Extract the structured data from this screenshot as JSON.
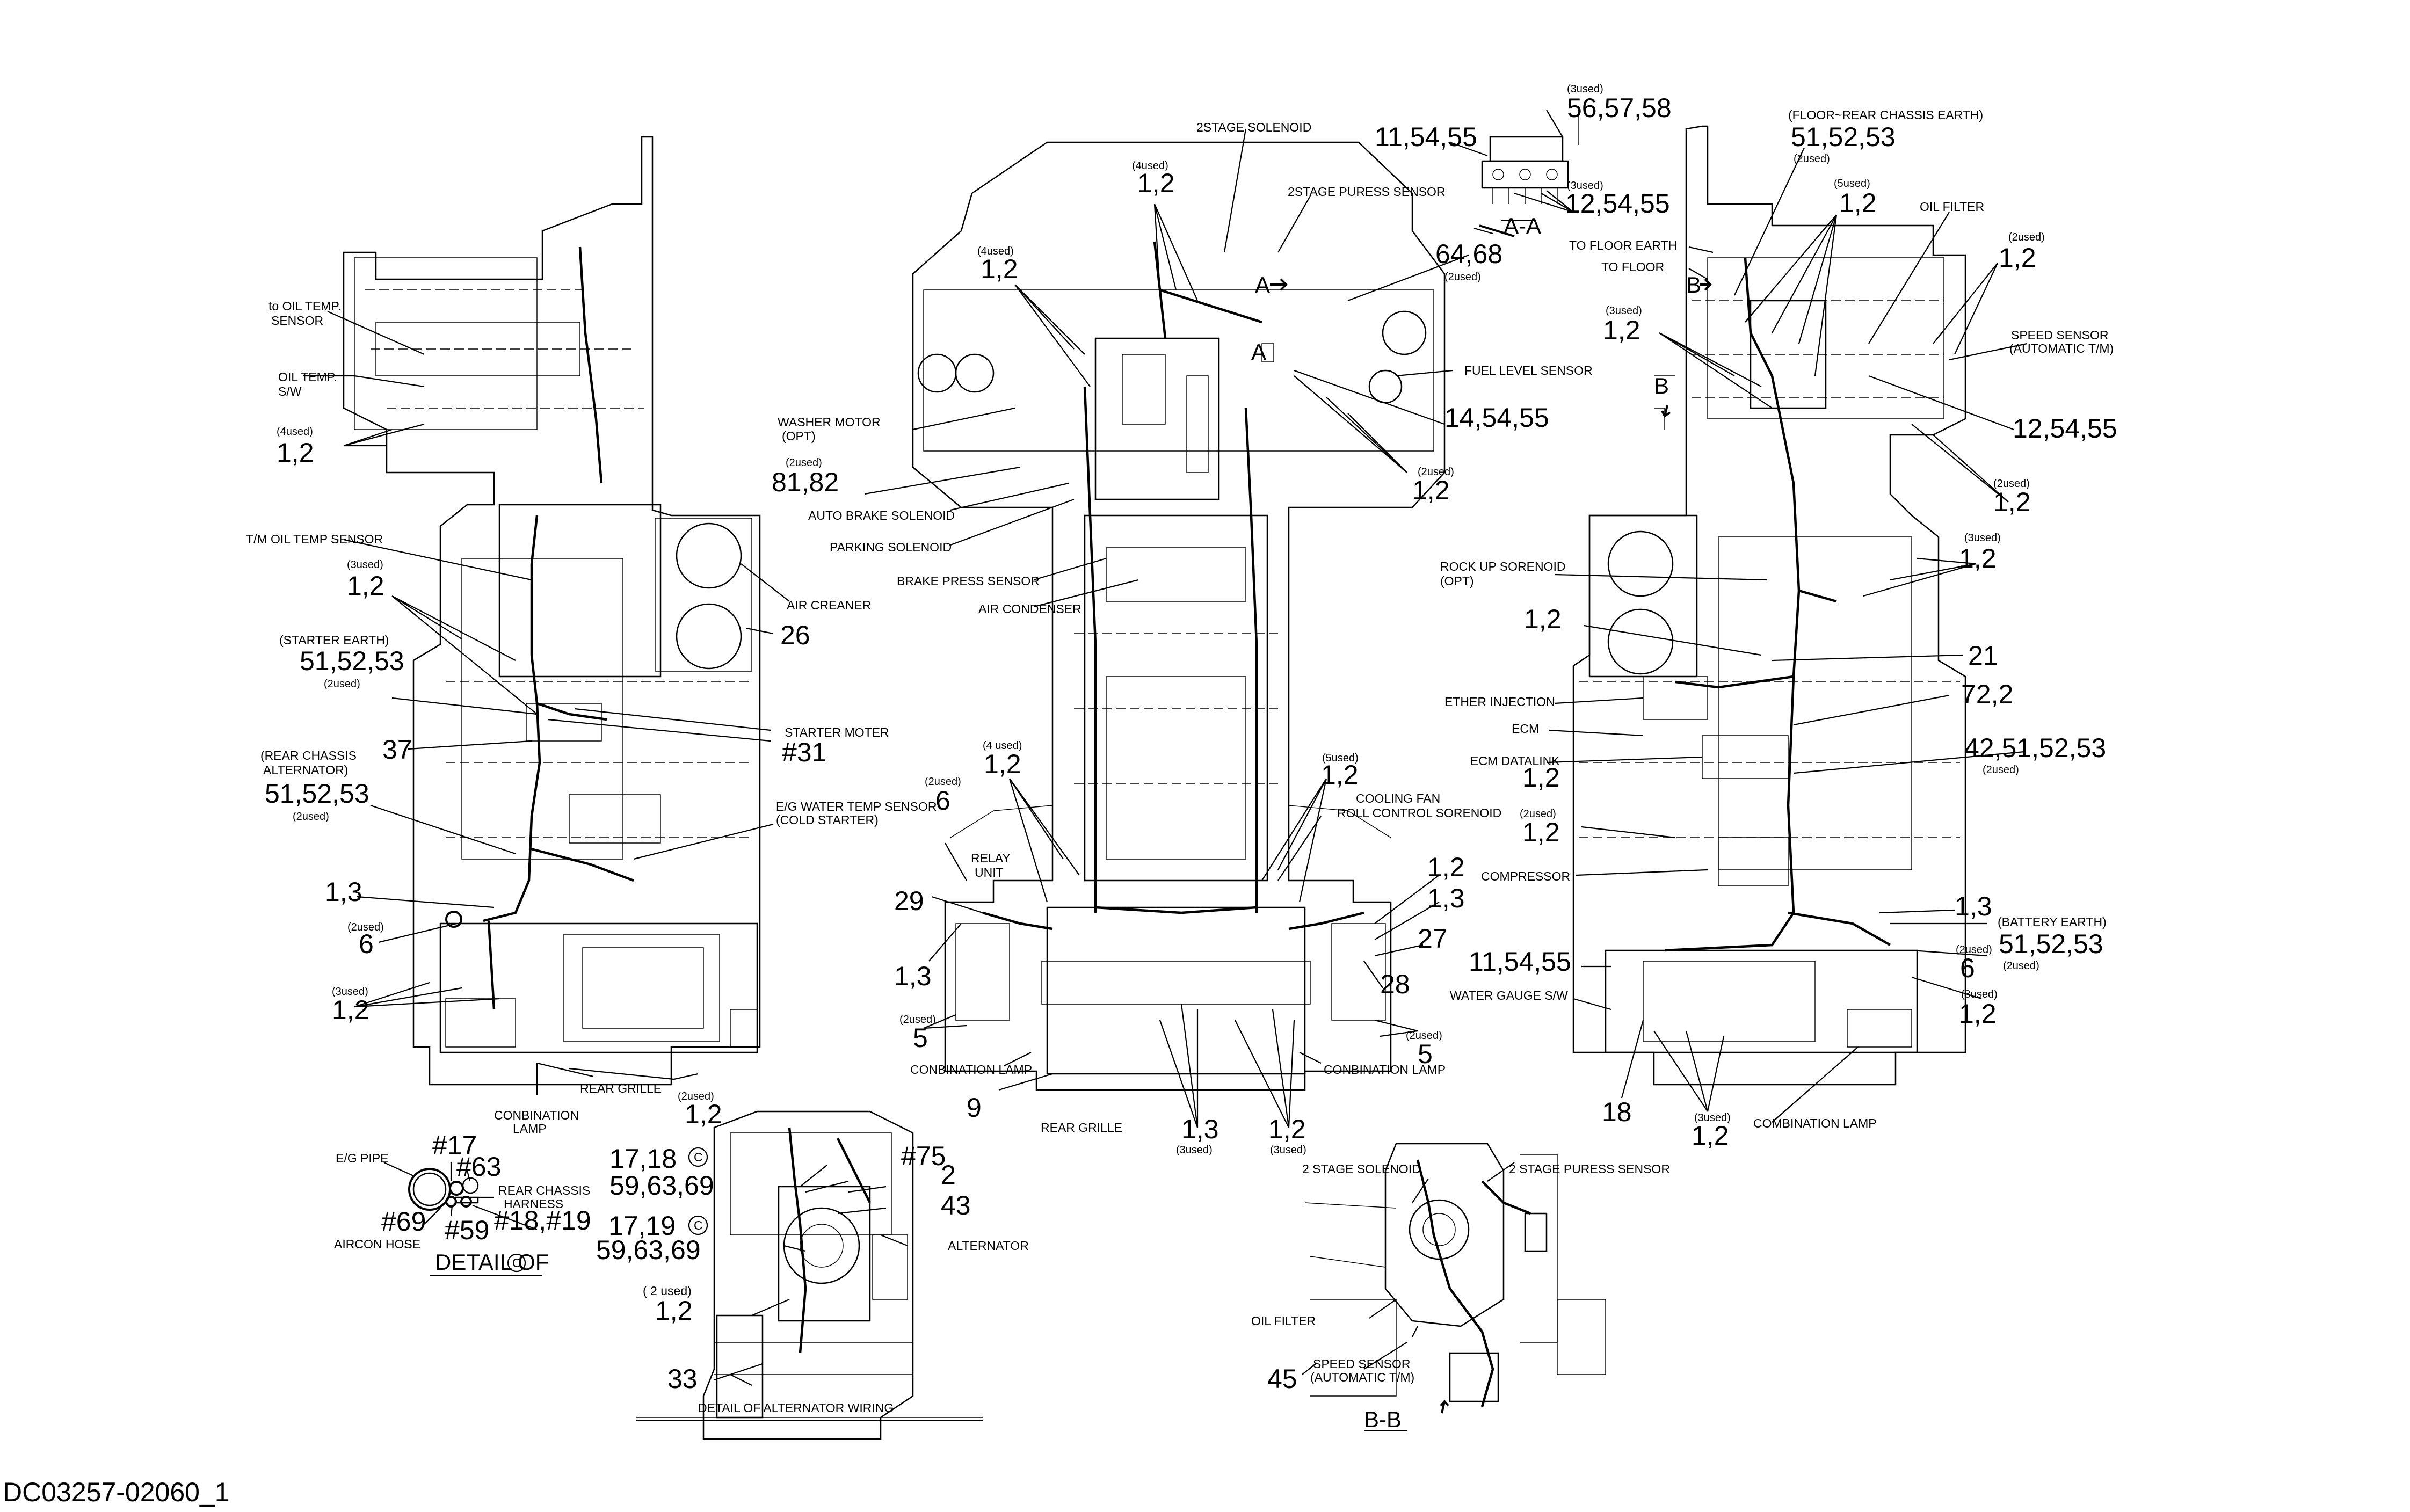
{
  "drawing_number": "DC03257-02060_1",
  "rear_left_view": {
    "labels": [
      {
        "text": "to OIL TEMP.",
        "size": "sm"
      },
      {
        "text": "SENSOR",
        "size": "sm"
      },
      {
        "text": "OIL TEMP.",
        "size": "sm"
      },
      {
        "text": "S/W",
        "size": "sm"
      },
      {
        "text": "(4used)",
        "size": "xs"
      },
      {
        "text": "1,2",
        "size": "big"
      },
      {
        "text": "T/M OIL TEMP SENSOR",
        "size": "sm"
      },
      {
        "text": "(3used)",
        "size": "xs"
      },
      {
        "text": "1,2",
        "size": "big"
      },
      {
        "text": "(STARTER EARTH)",
        "size": "sm"
      },
      {
        "text": "51,52,53",
        "size": "big"
      },
      {
        "text": "(2used)",
        "size": "xs"
      },
      {
        "text": "AIR CREANER",
        "size": "sm"
      },
      {
        "text": "26",
        "size": "big"
      },
      {
        "text": "STARTER MOTER",
        "size": "sm"
      },
      {
        "text": "#31",
        "size": "big"
      },
      {
        "text": "37",
        "size": "big"
      },
      {
        "text": "(REAR CHASSIS",
        "size": "sm"
      },
      {
        "text": "ALTERNATOR)",
        "size": "sm"
      },
      {
        "text": "51,52,53",
        "size": "big"
      },
      {
        "text": "(2used)",
        "size": "xs"
      },
      {
        "text": "E/G WATER TEMP SENSOR",
        "size": "sm"
      },
      {
        "text": "(COLD STARTER)",
        "size": "sm"
      },
      {
        "text": "1,3",
        "size": "big"
      },
      {
        "text": "(2used)",
        "size": "xs"
      },
      {
        "text": "6",
        "size": "big"
      },
      {
        "text": "(3used)",
        "size": "xs"
      },
      {
        "text": "1,2",
        "size": "big"
      },
      {
        "text": "REAR GRILLE",
        "size": "sm"
      },
      {
        "text": "CONBINATION",
        "size": "sm"
      },
      {
        "text": "LAMP",
        "size": "sm"
      },
      {
        "text": "(2used)",
        "size": "xs"
      },
      {
        "text": "1,2",
        "size": "big"
      }
    ]
  },
  "center_top_view": {
    "labels": [
      {
        "text": "2STAGE SOLENOID",
        "size": "sm"
      },
      {
        "text": "(4used)",
        "size": "xs"
      },
      {
        "text": "1,2",
        "size": "big"
      },
      {
        "text": "2STAGE PURESS SENSOR",
        "size": "sm"
      },
      {
        "text": "(4used)",
        "size": "xs"
      },
      {
        "text": "1,2",
        "size": "big"
      },
      {
        "text": "64,68",
        "size": "big"
      },
      {
        "text": "(2used)",
        "size": "xs"
      },
      {
        "text": "FUEL LEVEL SENSOR",
        "size": "sm"
      },
      {
        "text": "WASHER MOTOR",
        "size": "sm"
      },
      {
        "text": "(OPT)",
        "size": "sm"
      },
      {
        "text": "(2used)",
        "size": "xs"
      },
      {
        "text": "81,82",
        "size": "big"
      },
      {
        "text": "14,54,55",
        "size": "big"
      },
      {
        "text": "(2used)",
        "size": "xs"
      },
      {
        "text": "1,2",
        "size": "big"
      },
      {
        "text": "AUTO BRAKE SOLENOID",
        "size": "sm"
      },
      {
        "text": "PARKING SOLENOID",
        "size": "sm"
      },
      {
        "text": "BRAKE PRESS SENSOR",
        "size": "sm"
      },
      {
        "text": "AIR CONDENSER",
        "size": "sm"
      },
      {
        "text": "(4 used)",
        "size": "xs"
      },
      {
        "text": "1,2",
        "size": "big"
      },
      {
        "text": "(5used)",
        "size": "xs"
      },
      {
        "text": "1,2",
        "size": "big"
      },
      {
        "text": "COOLING FAN",
        "size": "sm"
      },
      {
        "text": "ROLL CONTROL SORENOID",
        "size": "sm"
      },
      {
        "text": "(2used)",
        "size": "xs"
      },
      {
        "text": "6",
        "size": "big"
      },
      {
        "text": "RELAY",
        "size": "sm"
      },
      {
        "text": "UNIT",
        "size": "sm"
      },
      {
        "text": "29",
        "size": "big"
      },
      {
        "text": "1,3",
        "size": "big"
      },
      {
        "text": "(2used)",
        "size": "xs"
      },
      {
        "text": "5",
        "size": "big"
      },
      {
        "text": "CONBINATION LAMP",
        "size": "sm"
      },
      {
        "text": "9",
        "size": "big"
      },
      {
        "text": "REAR GRILLE",
        "size": "sm"
      },
      {
        "text": "1,3",
        "size": "big"
      },
      {
        "text": "(3used)",
        "size": "xs"
      },
      {
        "text": "1,2",
        "size": "big"
      },
      {
        "text": "(3used)",
        "size": "xs"
      },
      {
        "text": "1,2",
        "size": "big"
      },
      {
        "text": "1,3",
        "size": "big"
      },
      {
        "text": "27",
        "size": "big"
      },
      {
        "text": "28",
        "size": "big"
      },
      {
        "text": "(2used)",
        "size": "xs"
      },
      {
        "text": "5",
        "size": "big"
      },
      {
        "text": "CONBINATION LAMP",
        "size": "sm"
      }
    ]
  },
  "section_a_a": {
    "labels": [
      {
        "text": "(3used)",
        "size": "xs"
      },
      {
        "text": "56,57,58",
        "size": "big"
      },
      {
        "text": "11,54,55",
        "size": "big"
      },
      {
        "text": "(3used)",
        "size": "xs"
      },
      {
        "text": "12,54,55",
        "size": "big"
      },
      {
        "text": "A-A",
        "size": "med"
      }
    ]
  },
  "rear_right_view": {
    "labels": [
      {
        "text": "(FLOOR~REAR CHASSIS EARTH)",
        "size": "sm"
      },
      {
        "text": "51,52,53",
        "size": "big"
      },
      {
        "text": "(2used)",
        "size": "xs"
      },
      {
        "text": "(5used)",
        "size": "xs"
      },
      {
        "text": "1,2",
        "size": "big"
      },
      {
        "text": "OIL FILTER",
        "size": "sm"
      },
      {
        "text": "TO FLOOR EARTH",
        "size": "sm"
      },
      {
        "text": "TO FLOOR",
        "size": "sm"
      },
      {
        "text": "(2used)",
        "size": "xs"
      },
      {
        "text": "1,2",
        "size": "big"
      },
      {
        "text": "(3used)",
        "size": "xs"
      },
      {
        "text": "1,2",
        "size": "big"
      },
      {
        "text": "SPEED SENSOR",
        "size": "sm"
      },
      {
        "text": "(AUTOMATIC T/M)",
        "size": "sm"
      },
      {
        "text": "12,54,55",
        "size": "big"
      },
      {
        "text": "(2used)",
        "size": "xs"
      },
      {
        "text": "1,2",
        "size": "big"
      },
      {
        "text": "(3used)",
        "size": "xs"
      },
      {
        "text": "1,2",
        "size": "big"
      },
      {
        "text": "ROCK UP SORENOID",
        "size": "sm"
      },
      {
        "text": "(OPT)",
        "size": "sm"
      },
      {
        "text": "1,2",
        "size": "big"
      },
      {
        "text": "21",
        "size": "big"
      },
      {
        "text": "ETHER INJECTION",
        "size": "sm"
      },
      {
        "text": "72,2",
        "size": "big"
      },
      {
        "text": "ECM",
        "size": "sm"
      },
      {
        "text": "ECM DATALINK",
        "size": "sm"
      },
      {
        "text": "1,2",
        "size": "big"
      },
      {
        "text": "42,51,52,53",
        "size": "big"
      },
      {
        "text": "(2used)",
        "size": "xs"
      },
      {
        "text": "(2used)",
        "size": "xs"
      },
      {
        "text": "1,2",
        "size": "big"
      },
      {
        "text": "COMPRESSOR",
        "size": "sm"
      },
      {
        "text": "1,3",
        "size": "big"
      },
      {
        "text": "(BATTERY EARTH)",
        "size": "sm"
      },
      {
        "text": "51,52,53",
        "size": "big"
      },
      {
        "text": "(2used)",
        "size": "xs"
      },
      {
        "text": "11,54,55",
        "size": "big"
      },
      {
        "text": "(2used)",
        "size": "xs"
      },
      {
        "text": "6",
        "size": "big"
      },
      {
        "text": "WATER GAUGE S/W",
        "size": "sm"
      },
      {
        "text": "(3used)",
        "size": "xs"
      },
      {
        "text": "1,2",
        "size": "big"
      },
      {
        "text": "18",
        "size": "big"
      },
      {
        "text": "(3used)",
        "size": "xs"
      },
      {
        "text": "1,2",
        "size": "big"
      },
      {
        "text": "COMBINATION LAMP",
        "size": "sm"
      }
    ]
  },
  "detail_c": {
    "title": "DETAIL OF",
    "title_mark": "C",
    "labels": [
      {
        "text": "E/G PIPE",
        "size": "sm"
      },
      {
        "text": "#17",
        "size": "big"
      },
      {
        "text": "#63",
        "size": "big"
      },
      {
        "text": "REAR CHASSIS",
        "size": "sm"
      },
      {
        "text": "HARNESS",
        "size": "sm"
      },
      {
        "text": "#69",
        "size": "big"
      },
      {
        "text": "#59",
        "size": "big"
      },
      {
        "text": "#18,#19",
        "size": "big"
      },
      {
        "text": "AIRCON HOSE",
        "size": "sm"
      }
    ]
  },
  "detail_alternator": {
    "title": "DETAIL OF ALTERNATOR WIRING",
    "labels": [
      {
        "text": "17,18",
        "size": "big"
      },
      {
        "text": "59,63,69",
        "size": "big"
      },
      {
        "text": "#75",
        "size": "big"
      },
      {
        "text": "2",
        "size": "big"
      },
      {
        "text": "43",
        "size": "big"
      },
      {
        "text": "17,19",
        "size": "big"
      },
      {
        "text": "59,63,69",
        "size": "big"
      },
      {
        "text": "ALTERNATOR",
        "size": "sm"
      },
      {
        "text": "( 2 used)",
        "size": "sm"
      },
      {
        "text": "1,2",
        "size": "big"
      },
      {
        "text": "33",
        "size": "big"
      }
    ],
    "circle_marks": [
      "C",
      "C"
    ]
  },
  "section_b_b": {
    "labels": [
      {
        "text": "2 STAGE SOLENOID",
        "size": "sm"
      },
      {
        "text": "2 STAGE PURESS SENSOR",
        "size": "sm"
      },
      {
        "text": "OIL FILTER",
        "size": "sm"
      },
      {
        "text": "SPEED SENSOR",
        "size": "sm"
      },
      {
        "text": "(AUTOMATIC T/M)",
        "size": "sm"
      },
      {
        "text": "45",
        "size": "big"
      },
      {
        "text": "B-B",
        "size": "med"
      }
    ]
  },
  "view_markers": {
    "labels": [
      {
        "text": "A",
        "size": "med"
      },
      {
        "text": "A",
        "size": "med"
      },
      {
        "text": "B",
        "size": "med"
      },
      {
        "text": "B",
        "size": "med"
      }
    ]
  }
}
